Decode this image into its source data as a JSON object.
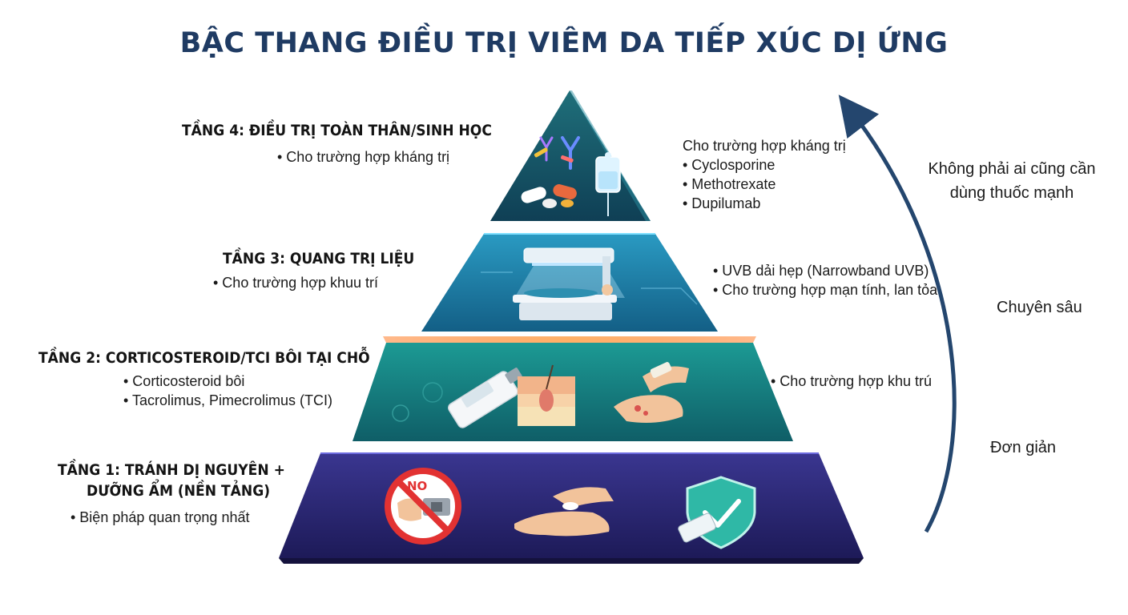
{
  "title": "BẬC THANG ĐIỀU TRỊ VIÊM DA TIẾP XÚC DỊ ỨNG",
  "tiers": {
    "t4": {
      "title": "TẦNG 4: ĐIỀU TRỊ TOÀN THÂN/SINH HỌC",
      "bullet": "• Cho trường hợp kháng trị",
      "details_heading": "Cho trường hợp kháng trị",
      "details": [
        "• Cyclosporine",
        "• Methotrexate",
        "• Dupilumab"
      ]
    },
    "t3": {
      "title": "TẦNG 3: QUANG TRỊ LIỆU",
      "bullet": "• Cho trường hợp khuu trí",
      "details": [
        "• UVB dải hẹp (Narrowband UVB)",
        "• Cho trường hợp mạn tính, lan tỏa"
      ]
    },
    "t2": {
      "title": "TẦNG 2: CORTICOSTEROID/TCI BÔI TẠI CHỖ",
      "bullets": [
        "• Corticosteroid bôi",
        "• Tacrolimus, Pimecrolimus (TCI)"
      ],
      "details": [
        "• Cho trường hợp khu trú"
      ]
    },
    "t1": {
      "title_line1": "TẦNG 1: TRÁNH DỊ NGUYÊN +",
      "title_line2": "DƯỠNG ẨM (NỀN TẢNG)",
      "bullet": "• Biện pháp quan trọng nhất",
      "no_sign": "NO"
    }
  },
  "arrow": {
    "top_note_line1": "Không phải ai cũng cần",
    "top_note_line2": "dùng thuốc mạnh",
    "middle": "Chuyên sâu",
    "bottom": "Đơn giản"
  },
  "colors": {
    "title": "#1f3b63",
    "tier4": "#165a6a",
    "tier3": "#1d7ea6",
    "tier2": "#15807e",
    "tier1": "#2d2a7a",
    "arrow": "#24466e"
  }
}
